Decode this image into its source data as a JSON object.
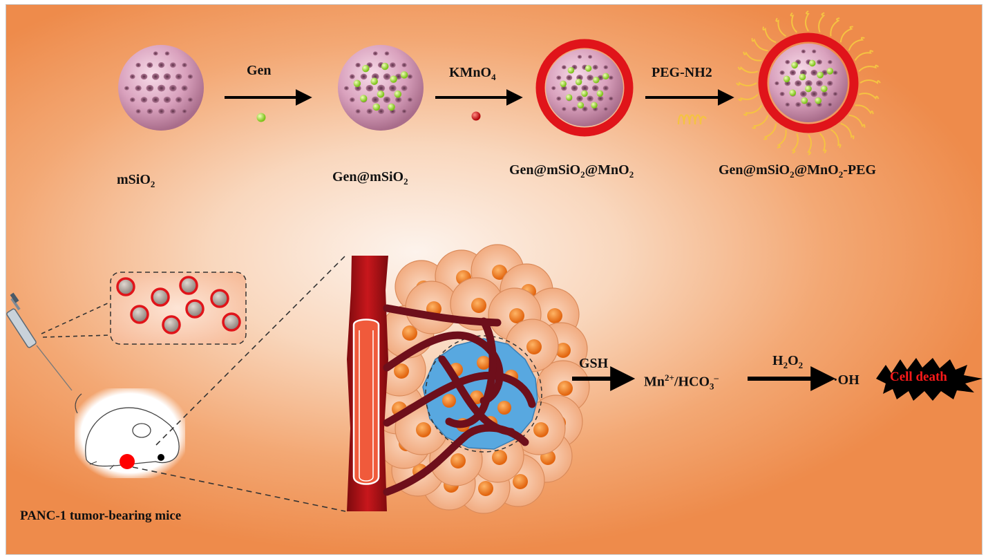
{
  "top_row": {
    "labels": {
      "msio2": [
        "mSiO",
        "2",
        ""
      ],
      "gen_msio2": [
        "Gen@mSiO",
        "2",
        ""
      ],
      "gen_msio2_mno2": [
        "Gen@mSiO",
        "2",
        "@MnO",
        "2"
      ],
      "gen_msio2_mno2_peg": [
        "Gen@mSiO",
        "2",
        "@MnO",
        "2",
        "-PEG"
      ]
    },
    "arrows": {
      "gen": "Gen",
      "kmno4": [
        "KMnO",
        "4"
      ],
      "peg_nh2": "PEG-NH2"
    }
  },
  "bottom_row": {
    "mice_label": "PANC-1 tumor-bearing mice",
    "gsh": "GSH",
    "mn_hco3": [
      "Mn",
      "2+",
      "/HCO",
      "3",
      "–"
    ],
    "h2o2": [
      "H",
      "2",
      "O",
      "2"
    ],
    "oh": "·OH",
    "cell_death": "Cell death"
  },
  "colors": {
    "particle_body": "#e3b6cc",
    "drug_dot": "#9bd82a",
    "mno2_shell": "#e0141a",
    "peg_chain": "#f5c342",
    "vessel": "#a80f14",
    "tumor_cell": "#f7c3a0",
    "nucleus": "#f07a22",
    "tumor_core": "#58a8e0",
    "capillary": "#6e0f1b"
  }
}
